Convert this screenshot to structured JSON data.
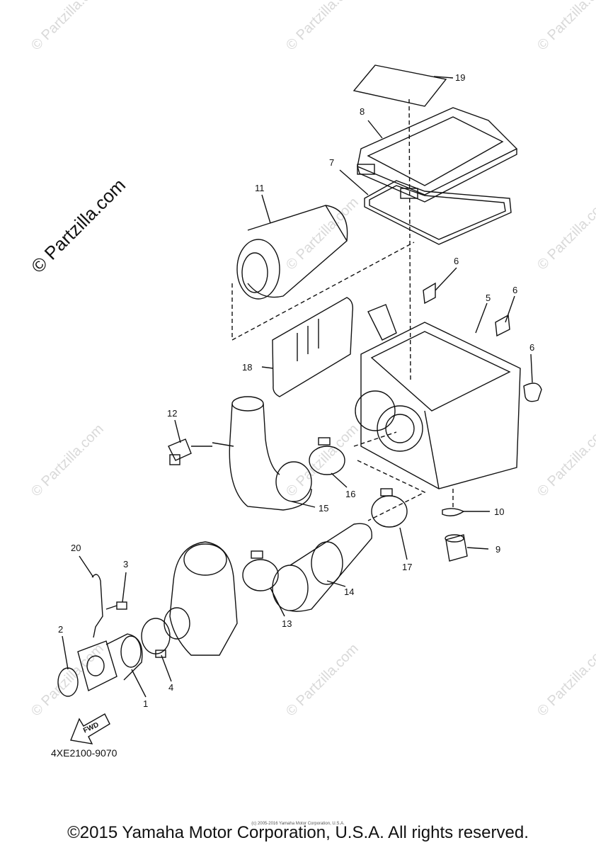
{
  "watermark_big": "© Partzilla.com",
  "watermark_small": "© Partzilla.com",
  "part_labels": {
    "p1": "1",
    "p2": "2",
    "p3": "3",
    "p4": "4",
    "p5": "5",
    "p6a": "6",
    "p6b": "6",
    "p6c": "6",
    "p7": "7",
    "p8": "8",
    "p9": "9",
    "p10": "10",
    "p11": "11",
    "p12": "12",
    "p13": "13",
    "p14": "14",
    "p15": "15",
    "p16": "16",
    "p17": "17",
    "p18": "18",
    "p19": "19",
    "p20": "20"
  },
  "fwd_label": "FWD",
  "diagram_code": "4XE2100-9070",
  "small_copyright": "(c) 2005-2016 Yamaha Motor Corporation, U.S.A.",
  "copyright": "©2015 Yamaha Motor Corporation, U.S.A. All rights reserved."
}
